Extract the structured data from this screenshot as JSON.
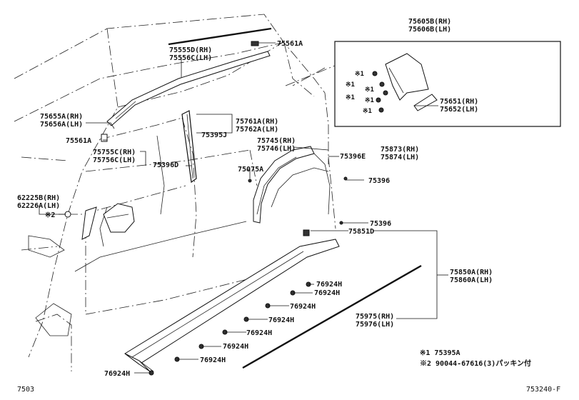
{
  "labels": {
    "l75605B": "75605B(RH)",
    "l75606B": "75606B(LH)",
    "l75555D": "75555D(RH)",
    "l75556C": "75556C(LH)",
    "l75561A_top": "75561A",
    "l75655A": "75655A(RH)",
    "l75656A": "75656A(LH)",
    "l75561A_left": "75561A",
    "l75761A": "75761A(RH)",
    "l75762A": "75762A(LH)",
    "l75395J": "75395J",
    "l75755C": "75755C(RH)",
    "l75756C": "75756C(LH)",
    "l75396D": "75396D",
    "l75745": "75745(RH)",
    "l75746": "75746(LH)",
    "l75075A": "75075A",
    "l75396E": "75396E",
    "l75873": "75873(RH)",
    "l75874": "75874(LH)",
    "l75396_a": "75396",
    "l75396_b": "75396",
    "l62225B": "62225B(RH)",
    "l62226A": "62226A(LH)",
    "l_note2": "※2",
    "l75651": "75651(RH)",
    "l75652": "75652(LH)",
    "l75851D": "75851D",
    "l75850A": "75850A(RH)",
    "l75860A": "75860A(LH)",
    "l75975": "75975(RH)",
    "l75976": "75976(LH)",
    "l_inset_n1a": "※1",
    "l_inset_n1b": "※1",
    "l_inset_n1c": "※1",
    "l_inset_n1d": "※1",
    "l_inset_n1e": "※1",
    "l_inset_n1f": "※1",
    "c76924H_1": "76924H",
    "c76924H_2": "76924H",
    "c76924H_3": "76924H",
    "c76924H_4": "76924H",
    "c76924H_5": "76924H",
    "c76924H_6": "76924H",
    "c76924H_7": "76924H",
    "c76924H_8": "76924H"
  },
  "legend": {
    "note1": "※1 75395A",
    "note2": "※2 90044-67616(3)パッキン付"
  },
  "footer": {
    "left": "7503",
    "right": "753240-F"
  }
}
